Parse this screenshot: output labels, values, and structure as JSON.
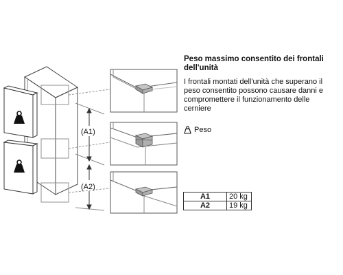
{
  "heading": {
    "line1": "Peso massimo consentito dei frontali",
    "line2": "dell'unità"
  },
  "description": [
    "I frontali montati dell'unità che superano il",
    "peso consentito possono causare danni e",
    "compromettere il funzionamento delle",
    "cerniere"
  ],
  "legend": {
    "icon": "weight-icon",
    "label": "Peso"
  },
  "dimensions": {
    "a1": "(A1)",
    "a2": "(A2)"
  },
  "weights_table": [
    {
      "key": "A1",
      "value": "20 kg"
    },
    {
      "key": "A2",
      "value": "19 kg"
    }
  ]
}
